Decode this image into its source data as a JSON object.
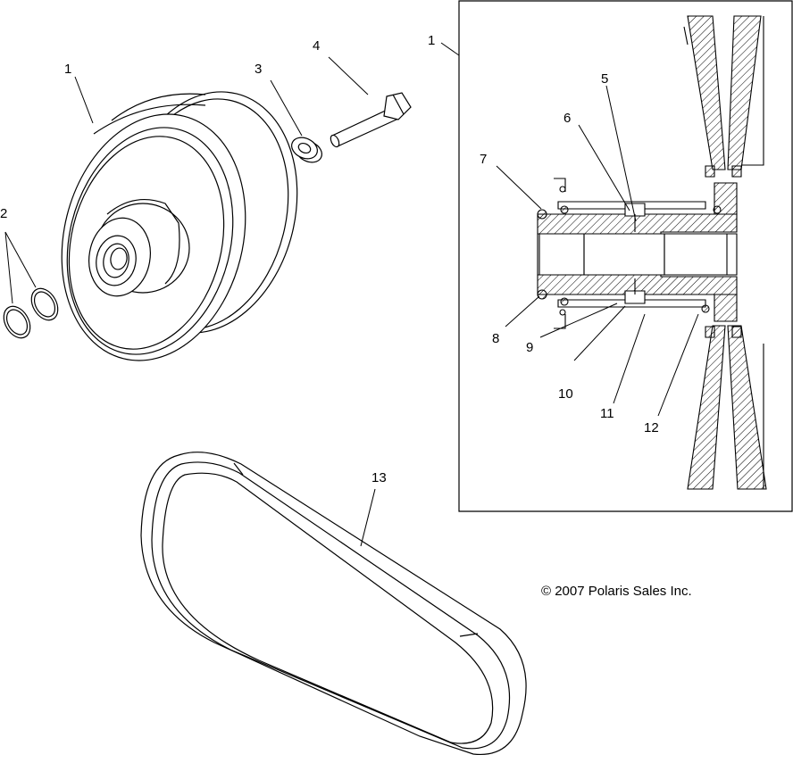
{
  "callouts": {
    "c1_left": "1",
    "c1_inset": "1",
    "c2": "2",
    "c3": "3",
    "c4": "4",
    "c5": "5",
    "c6": "6",
    "c7": "7",
    "c8": "8",
    "c9": "9",
    "c10": "10",
    "c11": "11",
    "c12": "12",
    "c13": "13"
  },
  "copyright": "© 2007 Polaris Sales Inc."
}
